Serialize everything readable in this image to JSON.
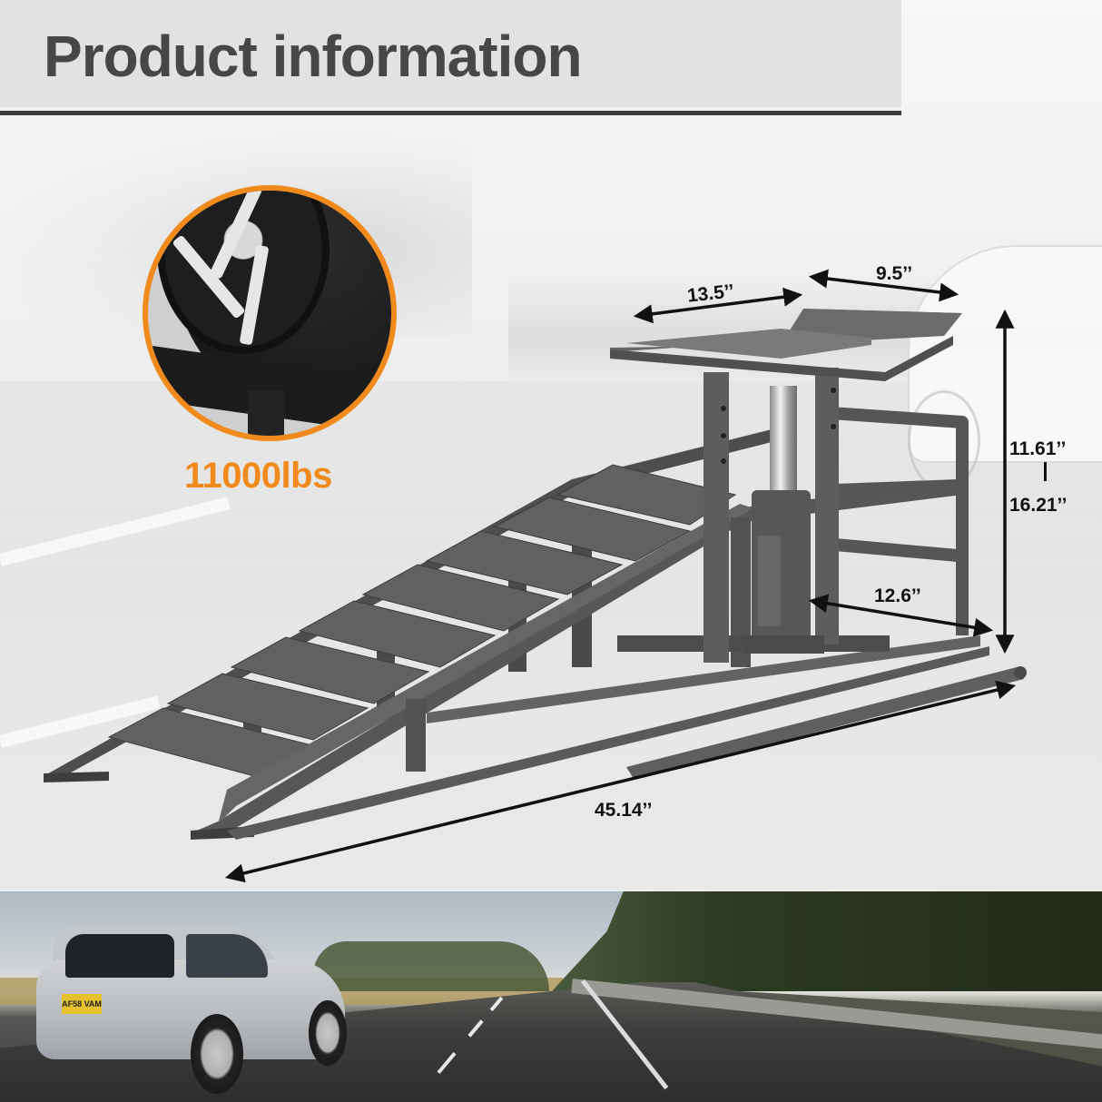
{
  "header": {
    "title": "Product information"
  },
  "inset": {
    "load_capacity": "11000lbs",
    "accent_color": "#f08a1c",
    "image_subject": "tire-on-ramp-closeup"
  },
  "dimensions": {
    "platform_length": "13.5’’",
    "platform_width": "9.5’’",
    "height_min": "11.61’’",
    "height_max": "16.21’’",
    "base_width": "12.6’’",
    "total_length": "45.14’’"
  },
  "product": {
    "name": "car-ramp-with-hydraulic-bottle-jack",
    "color": "#5a5a5a"
  },
  "photo": {
    "subject": "silver-hatchback-on-highway",
    "plate_text": "AF58 VAM"
  }
}
